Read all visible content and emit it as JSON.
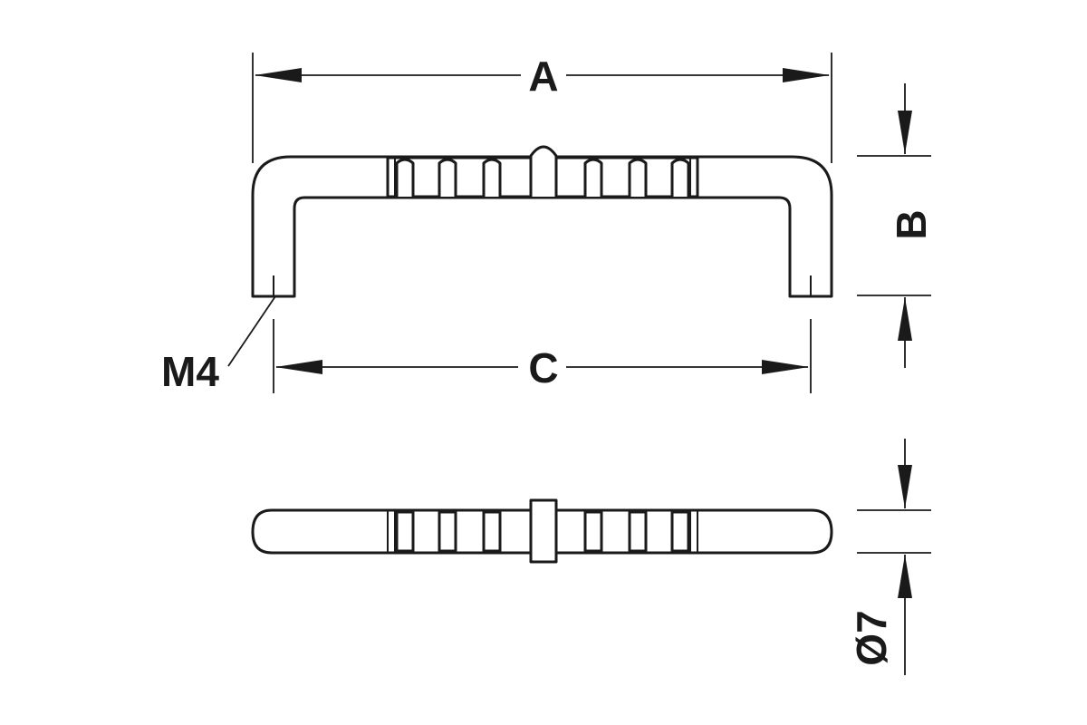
{
  "dimensions": {
    "A": "A",
    "B": "B",
    "C": "C",
    "thread": "M4",
    "diameter": "Ø7"
  },
  "colors": {
    "line": "#1a1a1a",
    "background": "#ffffff"
  }
}
